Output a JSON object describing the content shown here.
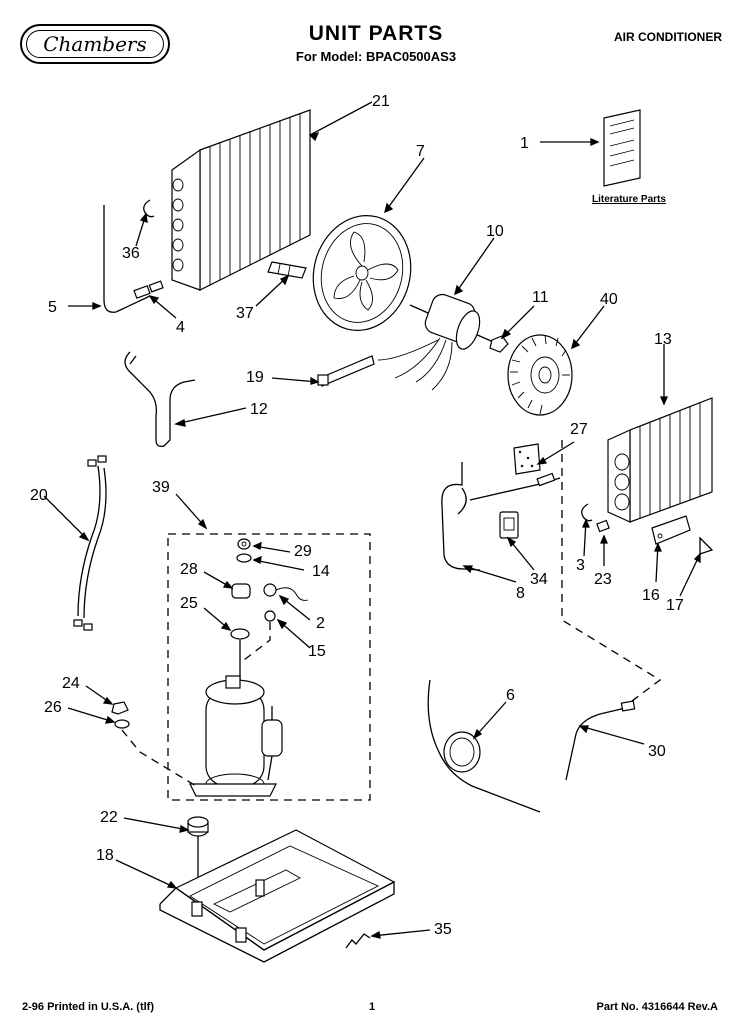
{
  "header": {
    "brand": "Chambers",
    "title": "UNIT PARTS",
    "model_line": "For Model: BPAC0500AS3",
    "appliance": "AIR CONDITIONER"
  },
  "literature_label": "Literature Parts",
  "callouts": [
    "1",
    "2",
    "3",
    "4",
    "5",
    "6",
    "7",
    "8",
    "10",
    "11",
    "12",
    "13",
    "14",
    "15",
    "16",
    "17",
    "18",
    "19",
    "20",
    "21",
    "22",
    "23",
    "24",
    "25",
    "26",
    "27",
    "28",
    "29",
    "30",
    "34",
    "35",
    "36",
    "37",
    "39",
    "40"
  ],
  "footer": {
    "left": "2-96 Printed in U.S.A. (tlf)",
    "page": "1",
    "right": "Part No. 4316644 Rev.A"
  }
}
